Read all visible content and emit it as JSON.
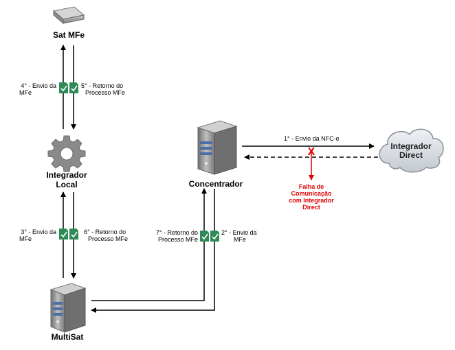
{
  "nodes": {
    "sat_mfe": "Sat MFe",
    "integrador_local_line1": "Integrador",
    "integrador_local_line2": "Local",
    "concentrador": "Concentrador",
    "multisat": "MultiSat",
    "integrador_direct_line1": "Integrador",
    "integrador_direct_line2": "Direct"
  },
  "edges": {
    "e4_line1": "4° - Envio da",
    "e4_line2": "MFe",
    "e5_line1": "5° - Retorno do",
    "e5_line2": "Processo MFe",
    "e3_line1": "3° - Envio da",
    "e3_line2": "MFe",
    "e6_line1": "6° - Retorno do",
    "e6_line2": "Processo MFe",
    "e7_line1": "7° - Retorno do",
    "e7_line2": "Processo MFe",
    "e2_line1": "2° - Envio da",
    "e2_line2": "MFe",
    "e1": "1° - Envio da NFC-e"
  },
  "error": {
    "marker": "X",
    "line1": "Falha de",
    "line2": "Comunicação",
    "line3": "com Integrador",
    "line4": "Direct",
    "color": "#e00000"
  },
  "colors": {
    "document_green": "#2e8b57",
    "server_gray": "#8c8c8c",
    "cloud_fill": "#d9dde3",
    "arrow": "#000000"
  }
}
